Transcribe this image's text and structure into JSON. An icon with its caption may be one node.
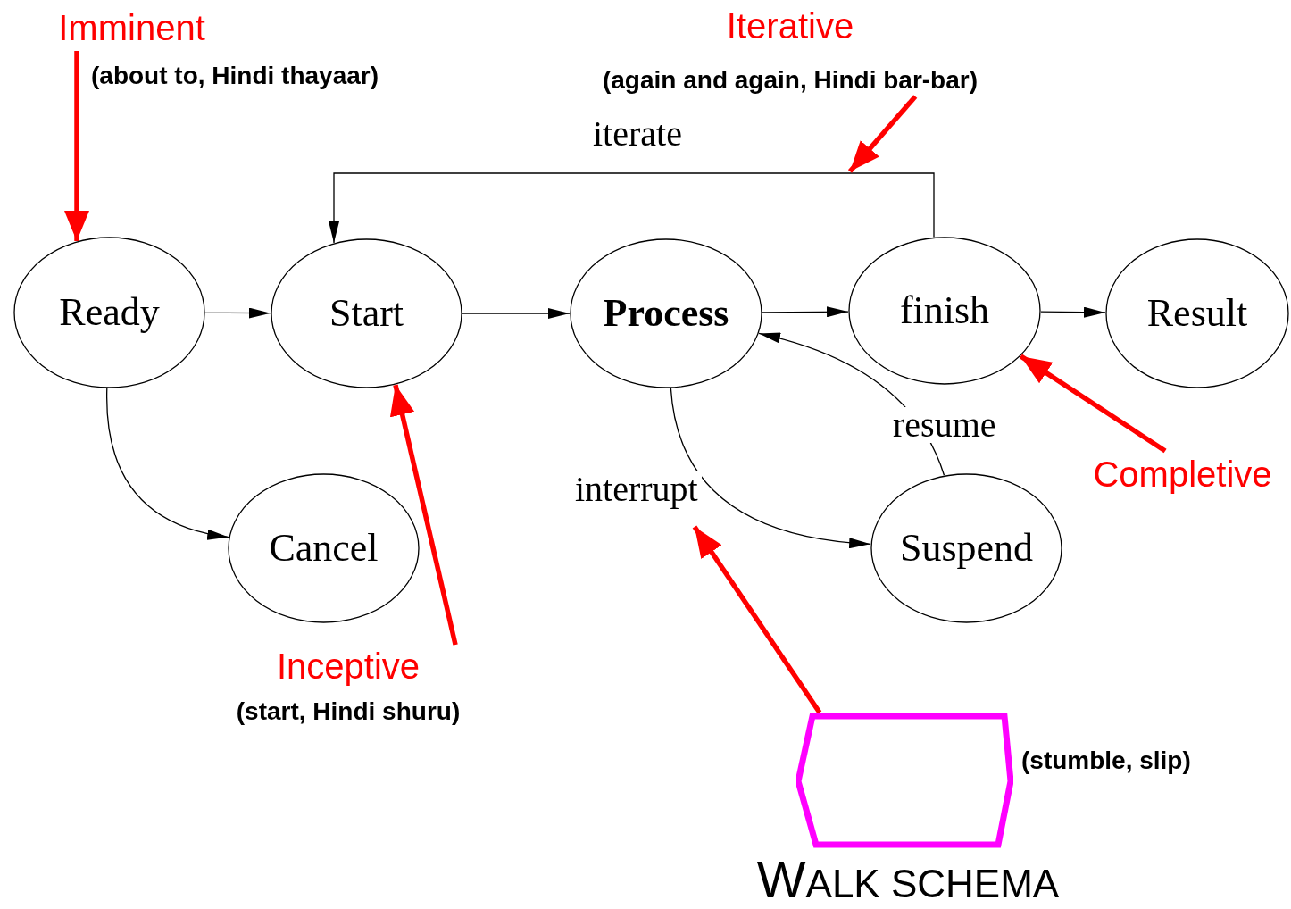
{
  "diagram": {
    "nodes": [
      {
        "text": [
          "Ready"
        ]
      },
      {
        "text": [
          "Start"
        ]
      },
      {
        "text": [
          "Process"
        ]
      },
      {
        "text": [
          "finish"
        ]
      },
      {
        "text": [
          "Result"
        ]
      },
      {
        "text": [
          "Cancel"
        ]
      },
      {
        "text": [
          "Suspend"
        ]
      },
      {
        "text": [
          "Imminent"
        ],
        "beside": [
          "(about to, Hindi thayaar)"
        ]
      },
      {
        "text": [
          "Iterative"
        ],
        "beside": [
          "(again and again, Hindi bar-bar)"
        ]
      },
      {
        "text": [
          "Inceptive"
        ],
        "beside": [
          "(start, Hindi shuru)"
        ]
      },
      {
        "text": [
          "Completive"
        ]
      },
      {
        "text": [
          "WALK SCHEMA"
        ],
        "beside": [
          "(stumble, slip)"
        ]
      }
    ],
    "edges": [
      {
        "from": 0,
        "to": 1,
        "arrow": "to"
      },
      {
        "from": 1,
        "to": 2,
        "arrow": "to"
      },
      {
        "from": 2,
        "to": 3,
        "arrow": "to"
      },
      {
        "from": 3,
        "to": 4,
        "arrow": "to"
      },
      {
        "from": 0,
        "to": 5,
        "arrow": "to"
      },
      {
        "from": 3,
        "to": 1,
        "arrow": "to",
        "label": "iterate"
      },
      {
        "from": 2,
        "to": 6,
        "arrow": "to",
        "label": "interrupt"
      },
      {
        "from": 6,
        "to": 2,
        "arrow": "to",
        "label": "resume"
      },
      {
        "from": 7,
        "to": 0,
        "arrow": "to",
        "style": "thick",
        "color": "#ff0000"
      },
      {
        "from": 8,
        "to": null,
        "arrow": "to",
        "style": "thick",
        "color": "#ff0000"
      },
      {
        "from": 9,
        "to": 1,
        "arrow": "to",
        "style": "thick",
        "color": "#ff0000"
      },
      {
        "from": 10,
        "to": 3,
        "arrow": "to",
        "style": "thick",
        "color": "#ff0000"
      },
      {
        "from": 11,
        "to": null,
        "arrow": "to",
        "style": "thick",
        "color": "#ff0000"
      }
    ]
  }
}
